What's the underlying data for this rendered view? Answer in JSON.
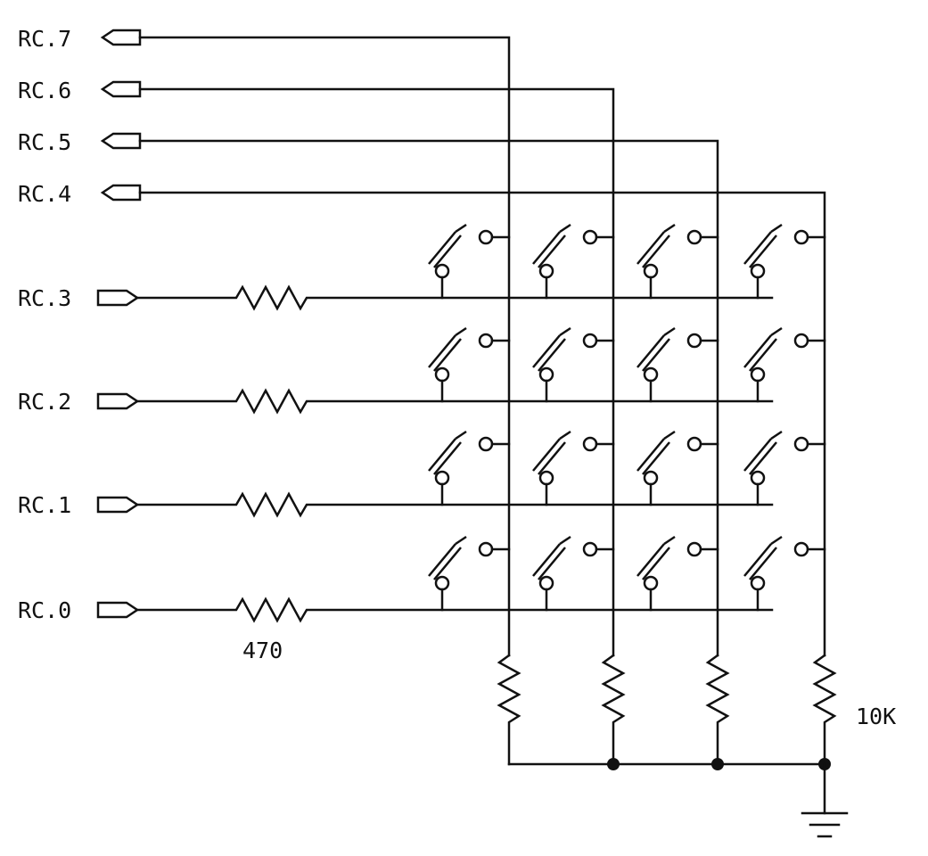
{
  "diagram": {
    "inputs": [
      "RC.7",
      "RC.6",
      "RC.5",
      "RC.4"
    ],
    "outputs": [
      "RC.3",
      "RC.2",
      "RC.1",
      "RC.0"
    ],
    "series_resistor_value": "470",
    "pulldown_resistor_value": "10K",
    "switch_count": 16
  }
}
